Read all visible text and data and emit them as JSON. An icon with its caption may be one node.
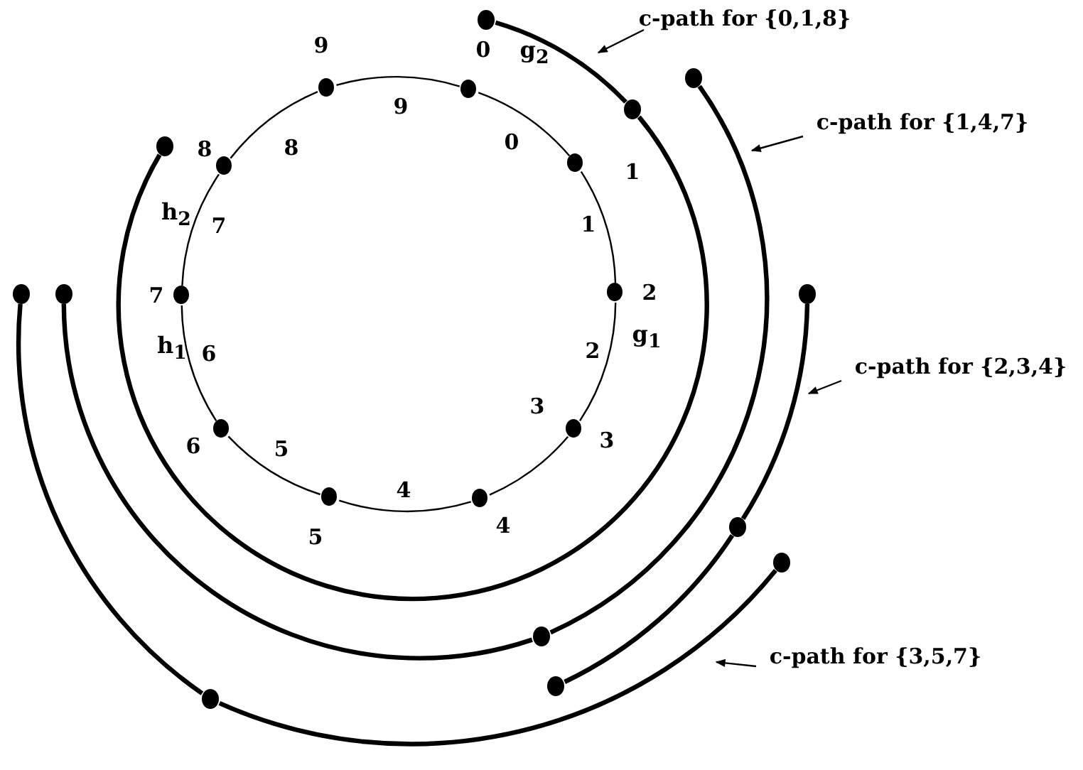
{
  "diagram": {
    "nodes": [
      {
        "text": [
          "0"
        ]
      },
      {
        "text": [
          "1"
        ]
      },
      {
        "text": [
          "2"
        ]
      },
      {
        "text": [
          "3"
        ]
      },
      {
        "text": [
          "4"
        ]
      },
      {
        "text": [
          "5"
        ]
      },
      {
        "text": [
          "6"
        ]
      },
      {
        "text": [
          "7"
        ]
      },
      {
        "text": [
          "8"
        ]
      },
      {
        "text": [
          "9"
        ]
      },
      {
        "text": [
          "c-path for {0,1,8}"
        ]
      },
      {
        "text": [
          "c-path for {1,4,7}"
        ]
      },
      {
        "text": [
          "c-path for {2,3,4}"
        ]
      },
      {
        "text": [
          "c-path for {3,5,7}"
        ]
      },
      {
        "text": [],
        "shape": "circle"
      },
      {
        "text": [],
        "shape": "circle"
      },
      {
        "text": [],
        "shape": "circle"
      },
      {
        "text": [],
        "shape": "circle"
      },
      {
        "text": [],
        "shape": "circle"
      },
      {
        "text": [],
        "shape": "circle"
      },
      {
        "text": [],
        "shape": "circle"
      },
      {
        "text": [],
        "shape": "circle"
      },
      {
        "text": [],
        "shape": "circle"
      },
      {
        "text": [],
        "shape": "circle"
      },
      {
        "text": [],
        "shape": "circle"
      },
      {
        "text": [],
        "shape": "circle"
      }
    ],
    "edges": [
      {
        "from": 0,
        "to": 1,
        "arrow": "none",
        "label": "0"
      },
      {
        "from": 1,
        "to": 2,
        "arrow": "none",
        "label": "1"
      },
      {
        "from": 2,
        "to": 3,
        "arrow": "none",
        "label": "2"
      },
      {
        "from": 3,
        "to": 4,
        "arrow": "none",
        "label": "3"
      },
      {
        "from": 4,
        "to": 5,
        "arrow": "none",
        "label": "4"
      },
      {
        "from": 5,
        "to": 6,
        "arrow": "none",
        "label": "5"
      },
      {
        "from": 6,
        "to": 7,
        "arrow": "none",
        "label": "6"
      },
      {
        "from": 7,
        "to": 8,
        "arrow": "none",
        "label": "7"
      },
      {
        "from": 8,
        "to": 9,
        "arrow": "none",
        "label": "8"
      },
      {
        "from": 9,
        "to": 0,
        "arrow": "none",
        "label": "9"
      },
      {
        "from": 18,
        "to": 21,
        "arrow": "none",
        "style": "thick"
      },
      {
        "from": 21,
        "to": 16,
        "arrow": "none",
        "style": "thick"
      },
      {
        "from": 22,
        "to": 19,
        "arrow": "none",
        "style": "thick"
      },
      {
        "from": 19,
        "to": 15,
        "arrow": "none",
        "style": "thick"
      },
      {
        "from": 25,
        "to": 23,
        "arrow": "none",
        "style": "thick"
      },
      {
        "from": 23,
        "to": 20,
        "arrow": "none",
        "style": "thick"
      },
      {
        "from": 14,
        "to": 17,
        "arrow": "none",
        "style": "thick"
      },
      {
        "from": 17,
        "to": 24,
        "arrow": "none",
        "style": "thick"
      },
      {
        "from": 10,
        "to": null,
        "arrow": "to"
      },
      {
        "from": 11,
        "to": null,
        "arrow": "to"
      },
      {
        "from": 12,
        "to": null,
        "arrow": "to"
      },
      {
        "from": 13,
        "to": null,
        "arrow": "to"
      }
    ],
    "labels": [
      "g$_{2}$",
      "h$_{2}$",
      "g$_{1}$",
      "h$_{1}$"
    ]
  }
}
